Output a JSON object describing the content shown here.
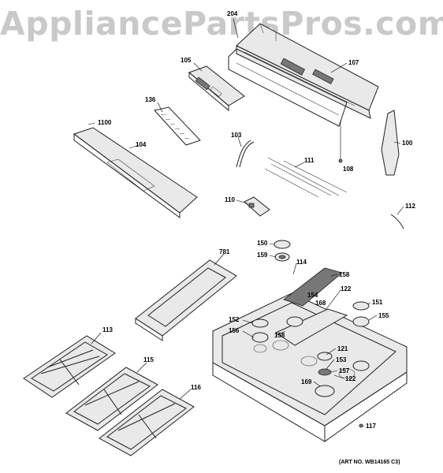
{
  "watermark": "AppliancePartsPros.com",
  "art_number": "(ART NO. WB14165 C3)",
  "part_numbers": {
    "p204": "204",
    "p105": "105",
    "p107": "107",
    "p136": "136",
    "p1100": "1100",
    "p104": "104",
    "p103": "103",
    "p111": "111",
    "p100": "100",
    "p108": "108",
    "p110": "110",
    "p112": "112",
    "p150": "150",
    "p159": "159",
    "p781": "781",
    "p114": "114",
    "p158a": "158",
    "p122a": "122",
    "p154": "154",
    "p168": "168",
    "p151": "151",
    "p152": "152",
    "p155": "155",
    "p156": "156",
    "p158b": "158",
    "p113": "113",
    "p121": "121",
    "p115": "115",
    "p153": "153",
    "p157": "157",
    "p169": "169",
    "p122b": "122",
    "p116": "116",
    "p117": "117"
  }
}
